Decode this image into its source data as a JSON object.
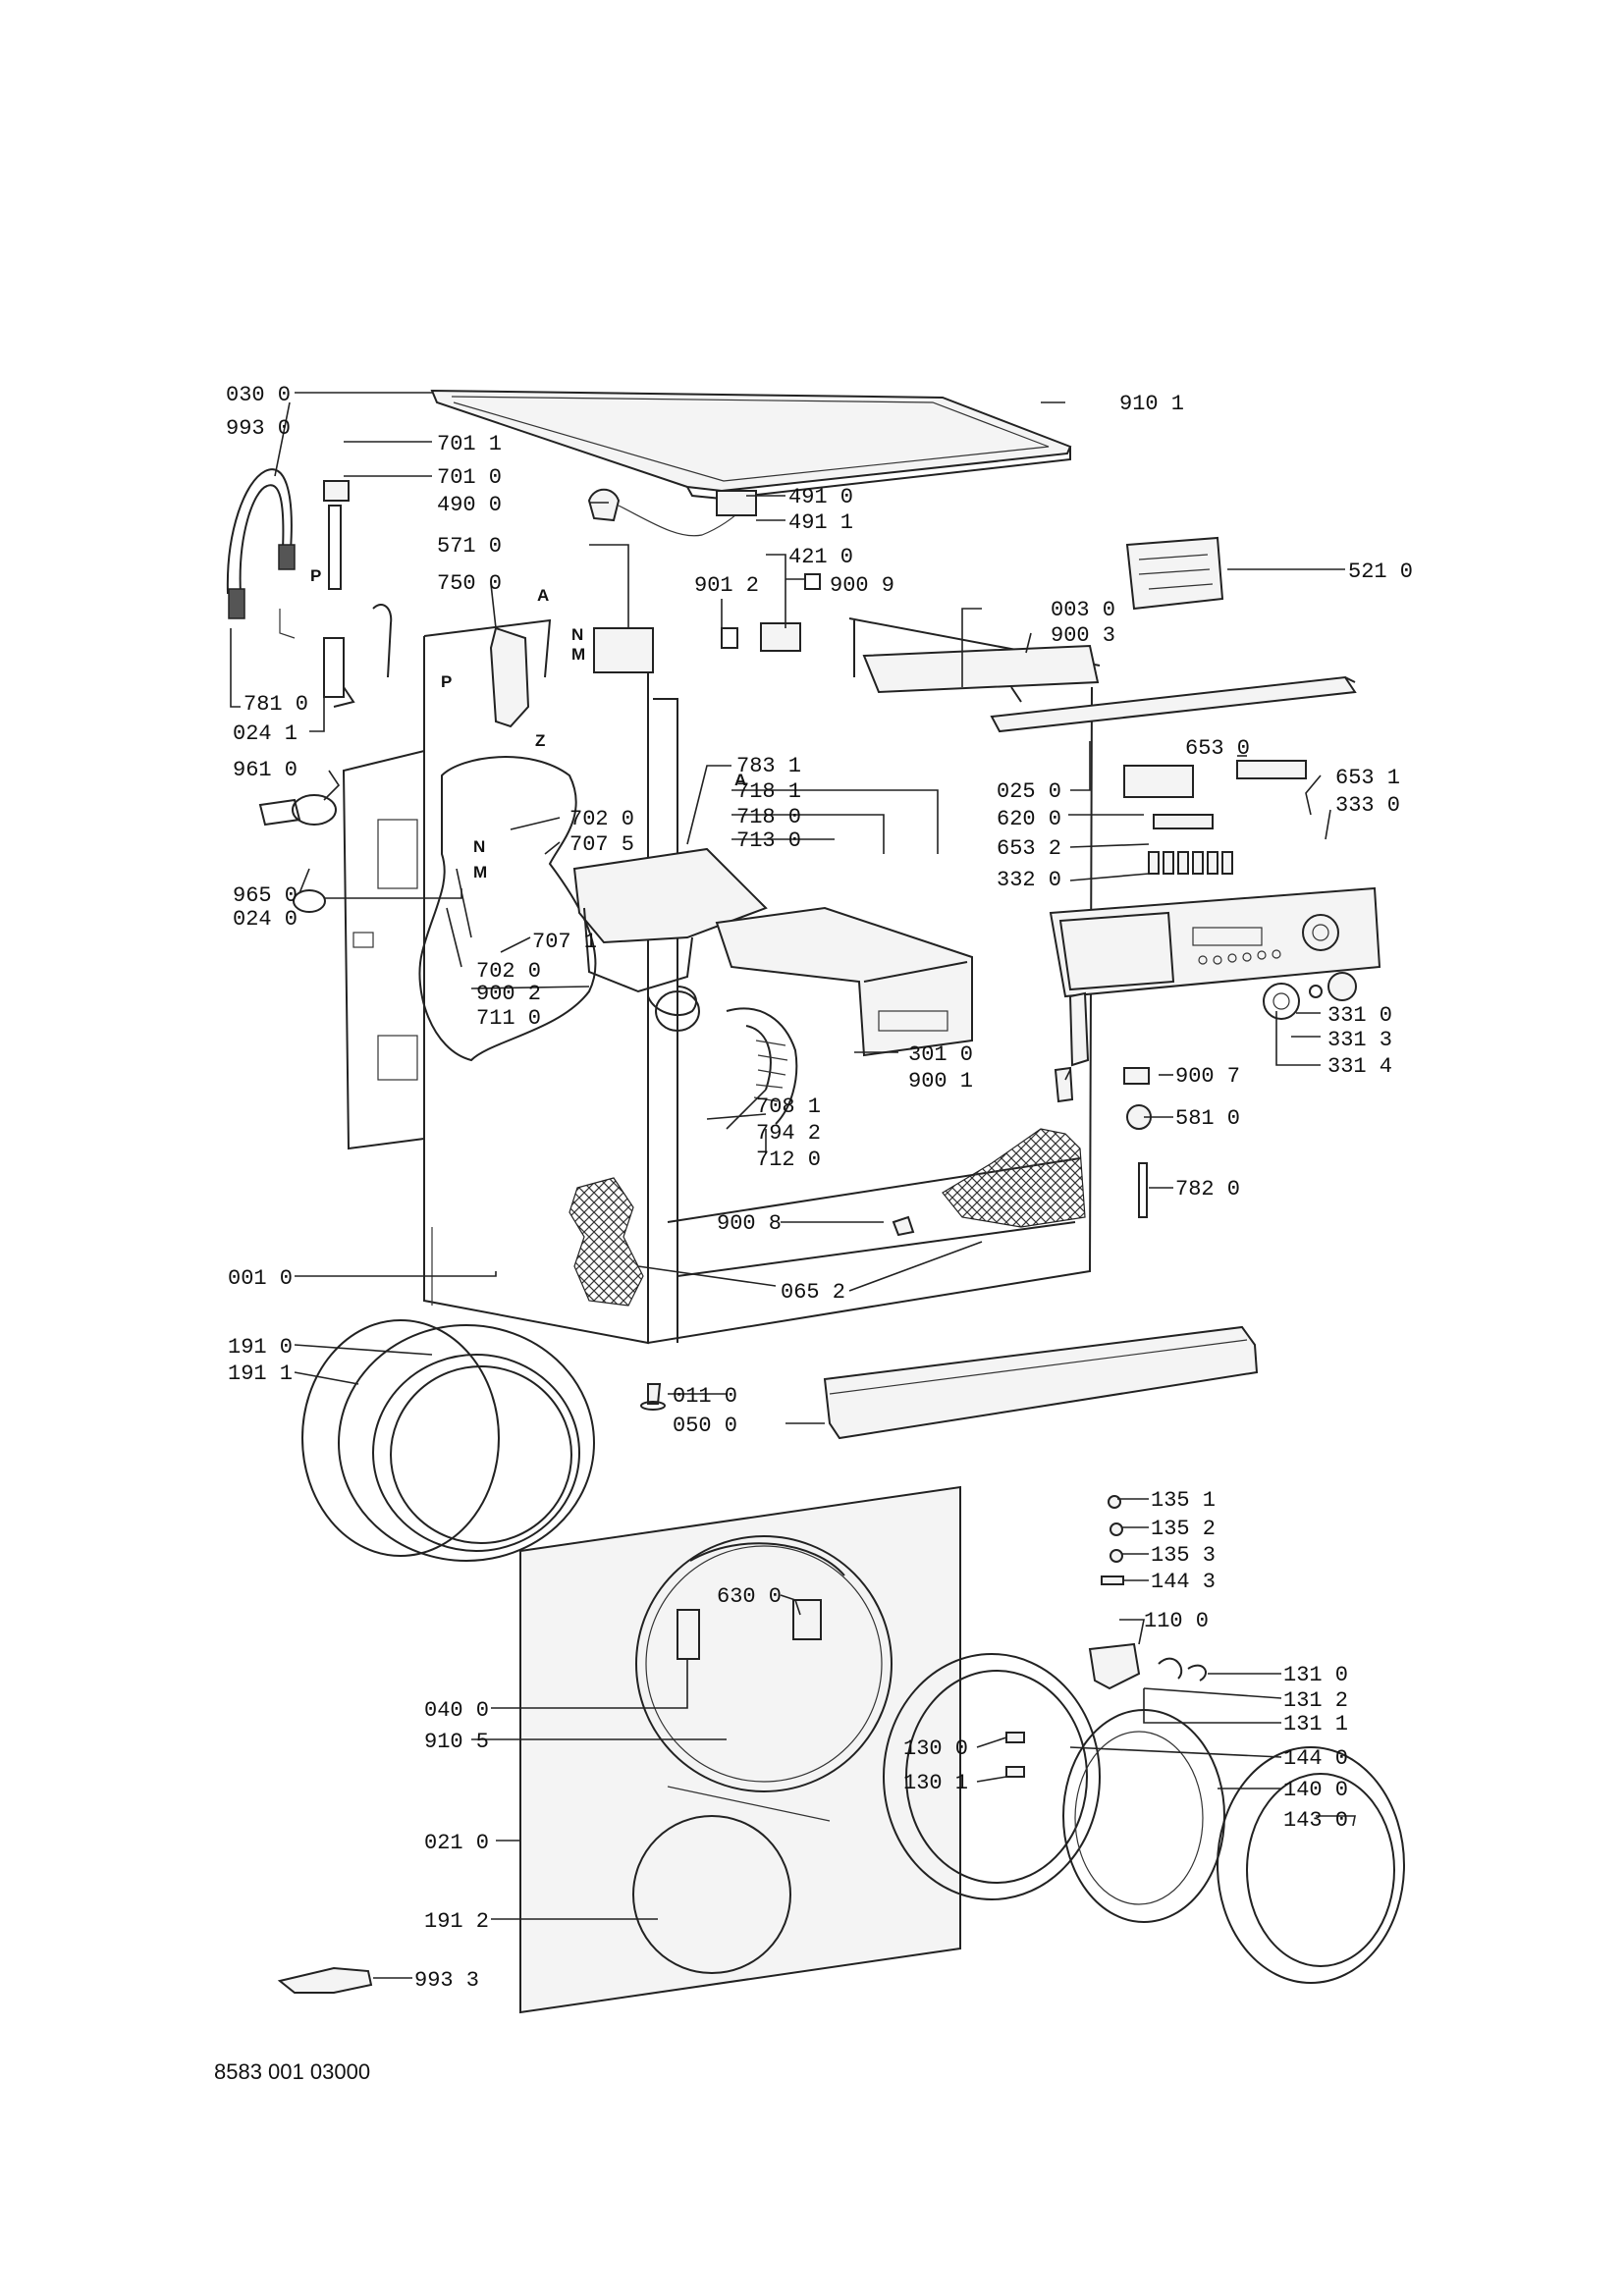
{
  "drawing": {
    "number": "8583 001 03000"
  },
  "letter_markers": [
    "P",
    "P",
    "A",
    "Z",
    "N",
    "M",
    "A",
    "N",
    "M"
  ],
  "part_labels": [
    "030 0",
    "993 0",
    "701 1",
    "701 0",
    "490 0",
    "491 0",
    "491 1",
    "571 0",
    "421 0",
    "750 0",
    "901 2",
    "900 9",
    "910 1",
    "521 0",
    "003 0",
    "900 3",
    "781 0",
    "024 1",
    "025 0",
    "653 0",
    "961 0",
    "783 1",
    "718 1",
    "718 0",
    "713 0",
    "702 0",
    "707 5",
    "620 0",
    "653 1",
    "333 0",
    "653 2",
    "332 0",
    "965 0",
    "024 0",
    "707 1",
    "702 0",
    "900 2",
    "711 0",
    "301 0",
    "900 1",
    "331 0",
    "331 3",
    "331 4",
    "708 1",
    "794 2",
    "712 0",
    "900 7",
    "581 0",
    "782 0",
    "900 8",
    "001 0",
    "065 2",
    "191 0",
    "191 1",
    "011 0",
    "050 0",
    "135 1",
    "135 2",
    "135 3",
    "144 3",
    "630 0",
    "110 0",
    "040 0",
    "131 0",
    "131 2",
    "131 1",
    "910 5",
    "130 0",
    "144 0",
    "130 1",
    "140 0",
    "021 0",
    "143 0",
    "191 2",
    "993 3"
  ]
}
